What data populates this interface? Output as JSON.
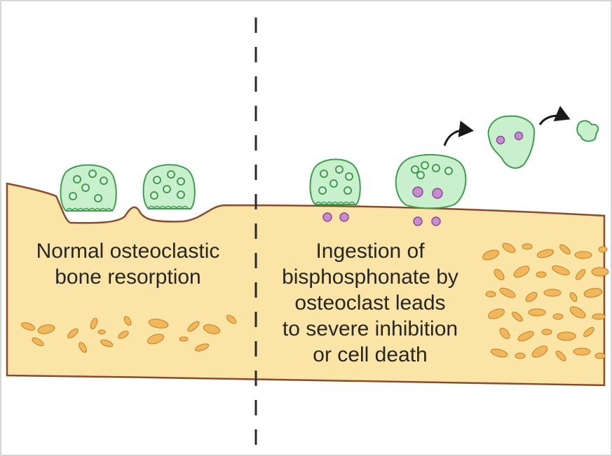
{
  "left_panel": {
    "caption_lines": [
      "Normal osteoclastic",
      "bone resorption"
    ]
  },
  "right_panel": {
    "caption_lines": [
      "Ingestion of",
      "bisphosphonate by",
      "osteoclast leads",
      "to severe inhibition",
      "or cell death"
    ]
  },
  "colors": {
    "bone": "#fbe5a6",
    "bone_outline": "#8a4b2a",
    "osteoclast": "#c9f0cd",
    "osteoclast_outline": "#3f9d4f",
    "bisphosphonate": "#c98bd0",
    "osteocyte": "#f2b75a",
    "divider": "#2a2a2a",
    "background": "#ffffff"
  }
}
